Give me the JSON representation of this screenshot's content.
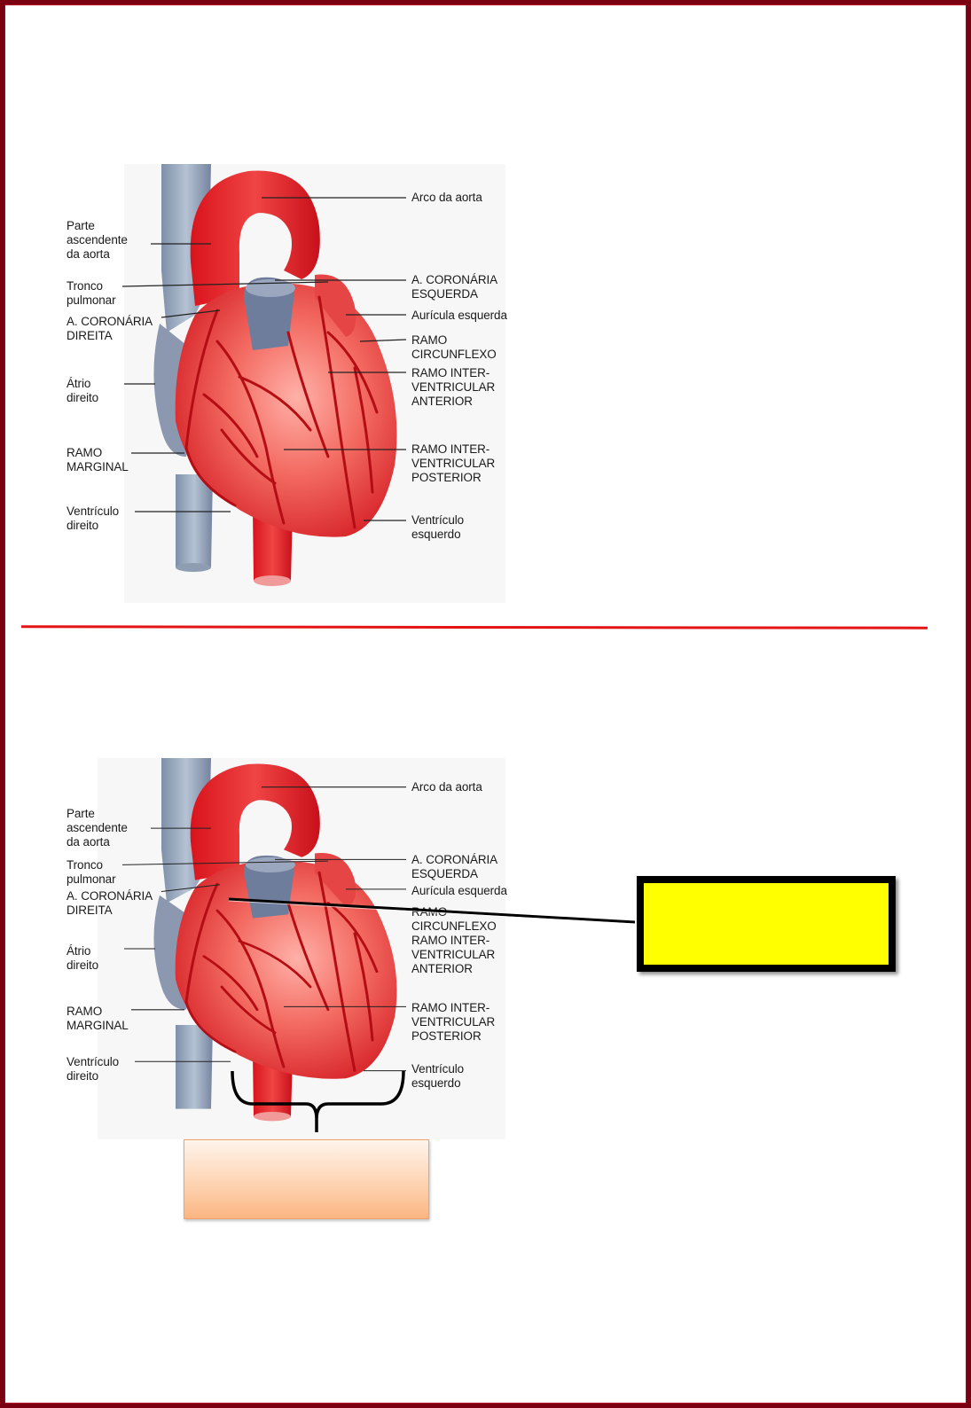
{
  "figure": {
    "labels_left": [
      {
        "id": "parte-ascendente",
        "text": "Parte\nascendente\nda aorta"
      },
      {
        "id": "tronco-pulmonar",
        "text": "Tronco\npulmonar"
      },
      {
        "id": "coronaria-direita",
        "text": "A. CORONÁRIA\nDIREITA"
      },
      {
        "id": "atrio-direito",
        "text": "Átrio\ndireito"
      },
      {
        "id": "ramo-marginal",
        "text": "RAMO\nMARGINAL"
      },
      {
        "id": "ventriculo-direito",
        "text": "Ventrículo\ndireito"
      }
    ],
    "labels_right": [
      {
        "id": "arco-aorta",
        "text": "Arco da aorta"
      },
      {
        "id": "coronaria-esquerda",
        "text": "A. CORONÁRIA\nESQUERDA"
      },
      {
        "id": "auricula-esquerda",
        "text": "Aurícula esquerda"
      },
      {
        "id": "ramo-circunflexo",
        "text": "RAMO\nCIRCUNFLEXO"
      },
      {
        "id": "ramo-interventricular-anterior",
        "text": "RAMO INTER-\nVENTRICULAR\nANTERIOR"
      },
      {
        "id": "ramo-interventricular-posterior",
        "text": "RAMO INTER-\nVENTRICULAR\nPOSTERIOR"
      },
      {
        "id": "ventriculo-esquerdo",
        "text": "Ventrículo\nesquerdo"
      }
    ]
  },
  "colors": {
    "frame": "#7a0012",
    "divider": "#e41414",
    "callout_fill": "#ffff00",
    "answer_fill": "#fdd1ae"
  }
}
